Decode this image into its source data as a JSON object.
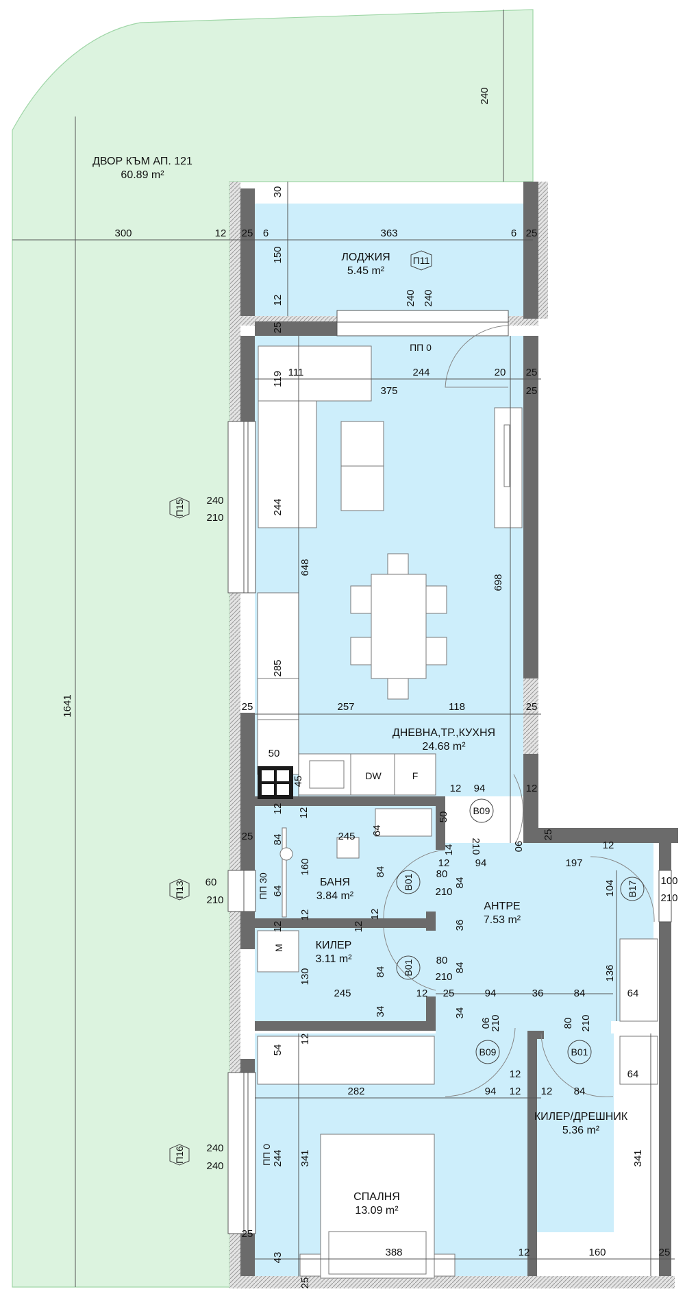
{
  "colors": {
    "yard": "#dcf3df",
    "yard_edge": "#9fd6a7",
    "room": "#cdeefb",
    "wall": "#6b6b6b",
    "insulation": "#dcdcdc",
    "furniture": "#ffffff",
    "dim_line": "#444444"
  },
  "rooms": {
    "yard": {
      "name": "ДВОР КЪМ АП. 121",
      "area": "60.89 m²"
    },
    "loggia": {
      "name": "ЛОДЖИЯ",
      "area": "5.45 m²"
    },
    "living": {
      "name": "ДНЕВНА,ТР.,КУХНЯ",
      "area": "24.68 m²"
    },
    "bath": {
      "name": "БАНЯ",
      "area": "3.84 m²"
    },
    "hall": {
      "name": "АНТРЕ",
      "area": "7.53 m²"
    },
    "pantry": {
      "name": "КИЛЕР",
      "area": "3.11 m²"
    },
    "closet": {
      "name": "КИЛЕР/ДРЕШНИК",
      "area": "5.36 m²"
    },
    "bedroom": {
      "name": "СПАЛНЯ",
      "area": "13.09 m²"
    }
  },
  "tags": {
    "p11": "П11",
    "p15": "П15",
    "p13": "П13",
    "p16": "П16",
    "b09a": "B09",
    "b09b": "B09",
    "b01a": "B01",
    "b01b": "B01",
    "b01c": "B01",
    "b17": "B17"
  },
  "appliances": {
    "dw": "DW",
    "f": "F",
    "m": "M"
  },
  "labels": {
    "pp0_top": "ПП 0",
    "pp30": "ПП 30",
    "pp0_bed": "ПП 0"
  },
  "dims": {
    "d240_top": "240",
    "d30": "30",
    "d300": "300",
    "d12a": "12",
    "d25a": "25",
    "d6a": "6",
    "d363": "363",
    "d6b": "6",
    "d25b": "25",
    "d150": "150",
    "d12b": "12",
    "d240a": "240",
    "d240b": "240",
    "d25c": "25",
    "d111": "111",
    "d119": "119",
    "d244a": "244",
    "d20": "20",
    "d25d": "25",
    "d375": "375",
    "d25e": "25",
    "p15_w": "240",
    "p15_h": "210",
    "d244b": "244",
    "d648": "648",
    "d698": "698",
    "d285": "285",
    "d25f": "25",
    "d257": "257",
    "d118": "118",
    "d25g": "25",
    "d50a": "50",
    "d45": "45",
    "d12c": "12",
    "d94a": "94",
    "d12d": "12",
    "d12e": "12",
    "d12f": "12",
    "d50b": "50",
    "d25h": "25",
    "d84a": "84",
    "d245a": "245",
    "d64a": "64",
    "d14": "14",
    "d210a": "210",
    "d90a": "90",
    "d12g": "12",
    "d94b": "94",
    "d197": "197",
    "d12h": "12",
    "d25i": "25",
    "d160a": "160",
    "d84b": "84",
    "d80a": "80",
    "d84c": "84",
    "d210b": "210",
    "d104": "104",
    "d100": "100",
    "d210c": "210",
    "p13_w": "60",
    "p13_h": "210",
    "d64b": "64",
    "d12i": "12",
    "d12j": "12",
    "d36a": "36",
    "d12k": "12",
    "d12l": "12",
    "d130": "130",
    "d84d": "84",
    "d80b": "80",
    "d84e": "84",
    "d210d": "210",
    "d136": "136",
    "d245b": "245",
    "d12m": "12",
    "d25j": "25",
    "d94c": "94",
    "d36b": "36",
    "d84f": "84",
    "d64c": "64",
    "d34a": "34",
    "d34b": "34",
    "d90b": "90",
    "d210e": "210",
    "d80c": "80",
    "d210f": "210",
    "d54": "54",
    "d12n": "12",
    "d282": "282",
    "d94d": "94",
    "d12o": "12",
    "d12p": "12",
    "d84g": "84",
    "d64d": "64",
    "d12q": "12",
    "p16_w": "240",
    "p16_h": "240",
    "d244c": "244",
    "d341a": "341",
    "d341b": "341",
    "d25k": "25",
    "d43": "43",
    "d388": "388",
    "d12r": "12",
    "d160b": "160",
    "d25l": "25",
    "d25m": "25",
    "d1641": "1641"
  }
}
